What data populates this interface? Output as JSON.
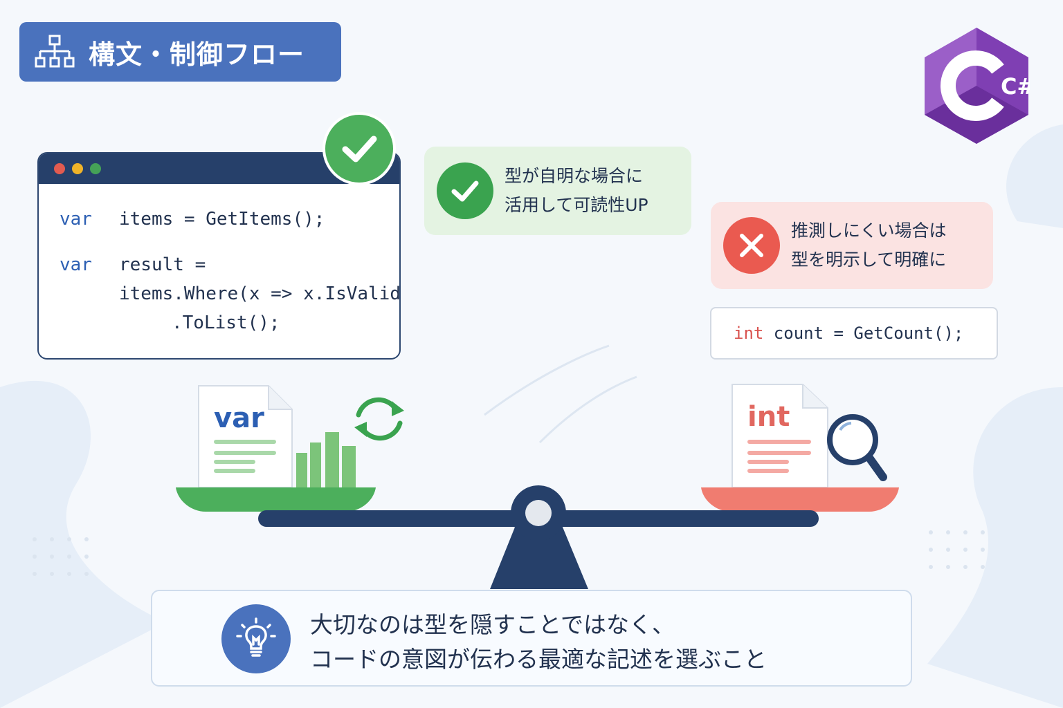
{
  "badge": {
    "label": "構文・制御フロー",
    "icon": "hierarchy-icon"
  },
  "logo": {
    "label": "C#"
  },
  "code_window": {
    "lines": [
      {
        "keyword": "var",
        "code": "items = GetItems();"
      },
      {
        "keyword": "var",
        "code": "result ="
      },
      {
        "keyword": "",
        "code": "items.Where(x => x.IsValid)"
      },
      {
        "keyword": "",
        "code": ".ToList();"
      }
    ]
  },
  "good_callout": {
    "line1": "型が自明な場合に",
    "line2": "活用して可読性UP",
    "icon": "check-icon"
  },
  "bad_callout": {
    "line1": "推測しにくい場合は",
    "line2": "型を明示して明確に",
    "icon": "cross-icon"
  },
  "int_code": {
    "keyword": "int",
    "code": " count = GetCount();"
  },
  "scale": {
    "left_doc_label": "var",
    "right_doc_label": "int"
  },
  "message": {
    "line1": "大切なのは型を隠すことではなく、",
    "line2": "コードの意図が伝わる最適な記述を選ぶこと",
    "icon": "lightbulb-icon"
  },
  "colors": {
    "accent": "#4a72bd",
    "good": "#3aa34f",
    "bad": "#ea5a50",
    "navy": "#26406a"
  }
}
